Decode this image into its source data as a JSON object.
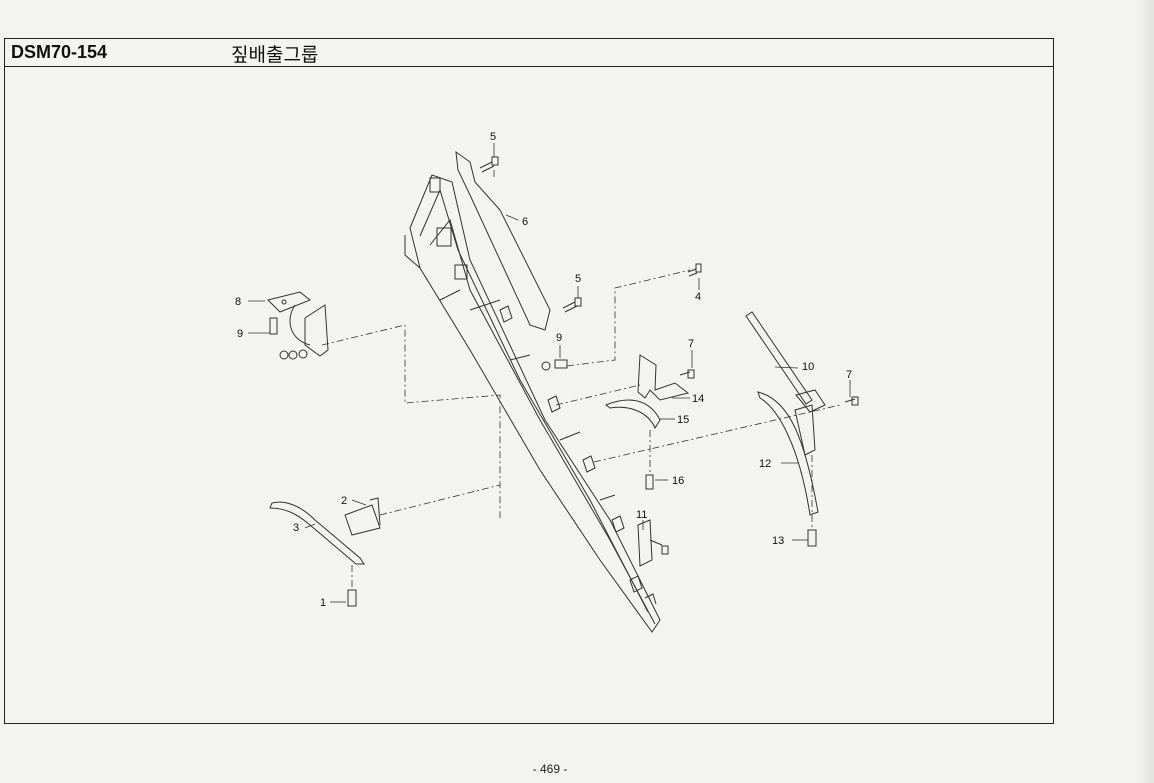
{
  "header": {
    "model_code": "DSM70-154",
    "group_title": "짚배출그룹"
  },
  "callouts": {
    "c1": "1",
    "c2": "2",
    "c3": "3",
    "c4": "4",
    "c5a": "5",
    "c5b": "5",
    "c6": "6",
    "c7a": "7",
    "c7b": "7",
    "c8": "8",
    "c9a": "9",
    "c9b": "9",
    "c10": "10",
    "c11": "11",
    "c12": "12",
    "c13": "13",
    "c14": "14",
    "c15": "15",
    "c16": "16"
  },
  "footer": {
    "page_number": "- 469 -"
  }
}
